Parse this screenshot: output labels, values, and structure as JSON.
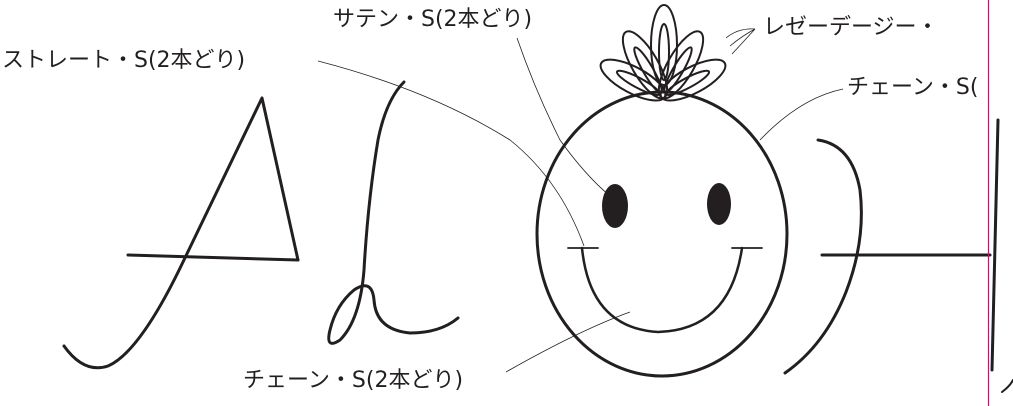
{
  "colors": {
    "ink": "#231f20",
    "margin_guide": "#e4007f",
    "background": "#ffffff"
  },
  "labels": {
    "satin": "サテン・S(2本どり)",
    "straight": "ストレート・S(2本どり)",
    "lazy_daisy": "レゼーデージー・",
    "chain_right": "チェーン・S(",
    "chain_bottom": "チェーン・S(2本どり)"
  }
}
